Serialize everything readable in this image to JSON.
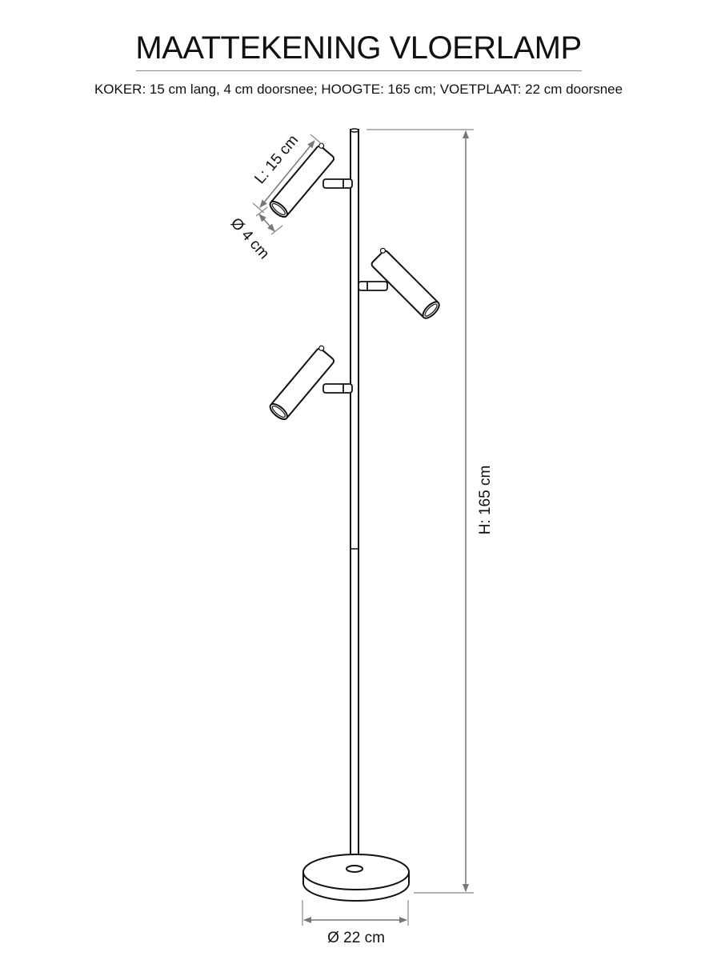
{
  "title": "MAATTEKENING VLOERLAMP",
  "subtitle": "KOKER: 15 cm lang, 4 cm doorsnee; HOOGTE: 165 cm; VOETPLAAT: 22 cm doorsnee",
  "dimensions": {
    "length": "L: 15 cm",
    "diameter_tube": "Ø 4 cm",
    "height": "H: 165 cm",
    "diameter_base": "Ø 22 cm"
  }
}
